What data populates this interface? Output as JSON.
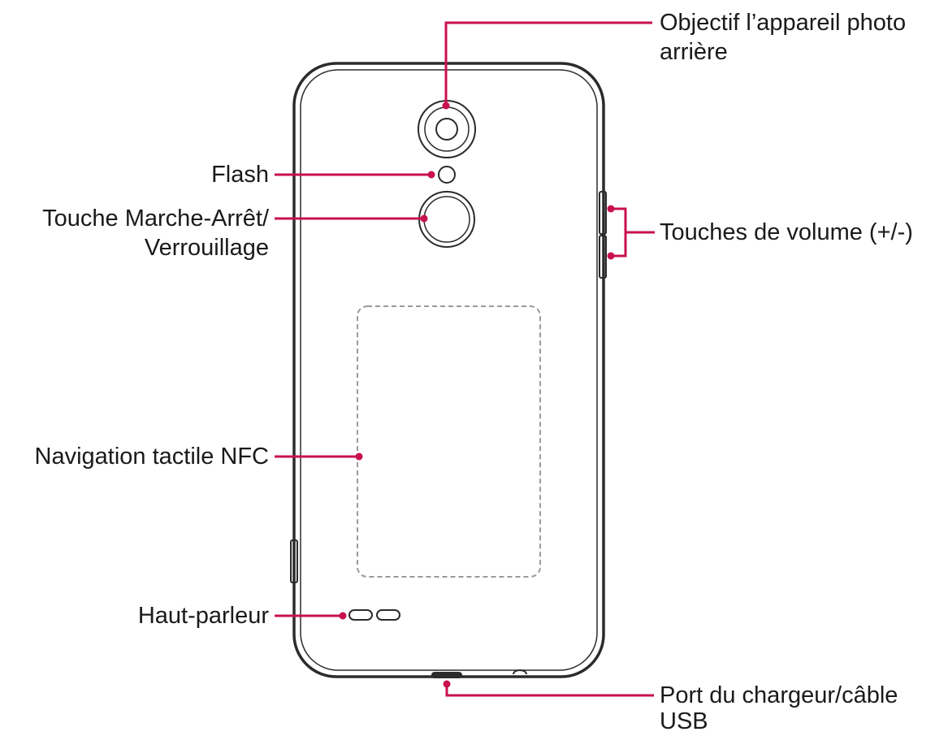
{
  "labels": {
    "rear_camera": "Objectif l’appareil photo arrière",
    "rear_camera_line1": "Objectif l’appareil photo",
    "rear_camera_line2": "arrière",
    "flash": "Flash",
    "power_key_line1": "Touche Marche-Arrêt/",
    "power_key_line2": "Verrouillage",
    "volume_keys": "Touches de volume (+/-)",
    "nfc": "Navigation tactile NFC",
    "speaker": "Haut-parleur",
    "charger_port_line1": "Port du chargeur/câble",
    "charger_port_line2": "USB"
  },
  "colors": {
    "callout": "#c8104e",
    "outline": "#2b2b2b",
    "dashed": "#9a9a9a"
  }
}
